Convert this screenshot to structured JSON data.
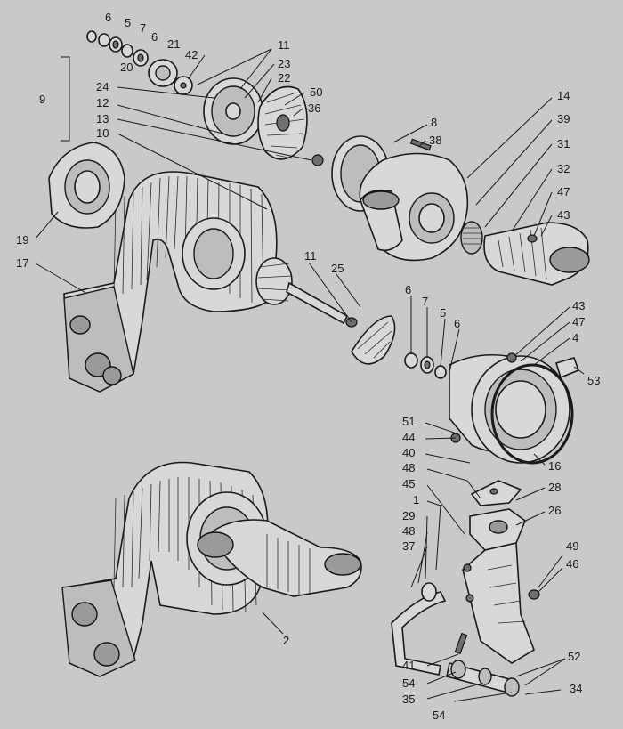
{
  "callouts": [
    {
      "id": "c1",
      "text": "6"
    },
    {
      "id": "c2",
      "text": "5"
    },
    {
      "id": "c3",
      "text": "7"
    },
    {
      "id": "c4",
      "text": "6"
    },
    {
      "id": "c5",
      "text": "21"
    },
    {
      "id": "c6",
      "text": "42"
    },
    {
      "id": "c7",
      "text": "20"
    },
    {
      "id": "c8",
      "text": "11"
    },
    {
      "id": "c9",
      "text": "23"
    },
    {
      "id": "c10",
      "text": "22"
    },
    {
      "id": "c11",
      "text": "50"
    },
    {
      "id": "c12",
      "text": "36"
    },
    {
      "id": "c13",
      "text": "9"
    },
    {
      "id": "c14",
      "text": "24"
    },
    {
      "id": "c15",
      "text": "12"
    },
    {
      "id": "c16",
      "text": "13"
    },
    {
      "id": "c17",
      "text": "10"
    },
    {
      "id": "c18",
      "text": "8"
    },
    {
      "id": "c19",
      "text": "38"
    },
    {
      "id": "c20",
      "text": "14"
    },
    {
      "id": "c21",
      "text": "39"
    },
    {
      "id": "c22",
      "text": "31"
    },
    {
      "id": "c23",
      "text": "32"
    },
    {
      "id": "c24",
      "text": "47"
    },
    {
      "id": "c25",
      "text": "43"
    },
    {
      "id": "c26",
      "text": "19"
    },
    {
      "id": "c27",
      "text": "17"
    },
    {
      "id": "c28",
      "text": "11"
    },
    {
      "id": "c29",
      "text": "25"
    },
    {
      "id": "c30",
      "text": "6"
    },
    {
      "id": "c31",
      "text": "7"
    },
    {
      "id": "c32",
      "text": "5"
    },
    {
      "id": "c33",
      "text": "6"
    },
    {
      "id": "c34",
      "text": "43"
    },
    {
      "id": "c35",
      "text": "47"
    },
    {
      "id": "c36",
      "text": "4"
    },
    {
      "id": "c37",
      "text": "53"
    },
    {
      "id": "c38",
      "text": "51"
    },
    {
      "id": "c39",
      "text": "44"
    },
    {
      "id": "c40",
      "text": "40"
    },
    {
      "id": "c41",
      "text": "16"
    },
    {
      "id": "c42",
      "text": "48"
    },
    {
      "id": "c43",
      "text": "28"
    },
    {
      "id": "c44",
      "text": "45"
    },
    {
      "id": "c45",
      "text": "26"
    },
    {
      "id": "c46",
      "text": "1"
    },
    {
      "id": "c47",
      "text": "29"
    },
    {
      "id": "c48",
      "text": "48"
    },
    {
      "id": "c49",
      "text": "37"
    },
    {
      "id": "c50",
      "text": "49"
    },
    {
      "id": "c51",
      "text": "46"
    },
    {
      "id": "c52",
      "text": "2"
    },
    {
      "id": "c53",
      "text": "41"
    },
    {
      "id": "c54",
      "text": "52"
    },
    {
      "id": "c55",
      "text": "54"
    },
    {
      "id": "c56",
      "text": "34"
    },
    {
      "id": "c57",
      "text": "35"
    },
    {
      "id": "c58",
      "text": "54"
    }
  ]
}
